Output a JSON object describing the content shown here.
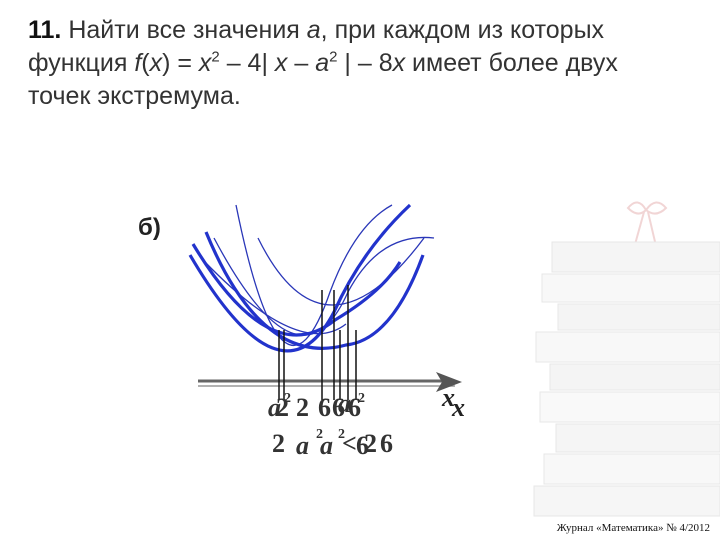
{
  "problem": {
    "number": "11.",
    "l1": " Найти все значения ",
    "a": "a",
    "l2": ", при каждом из которых",
    "l3": "функция ",
    "f": "f",
    "l4": "(",
    "x1": "x",
    "l5": ") = ",
    "x2": "x",
    "exp2": "2",
    "l6": " – 4| ",
    "x3": "x",
    "l7": " – ",
    "a2": "a",
    "l8": " | – 8",
    "x4": "x",
    "l9": " имеет более двух",
    "l10": "точек экстремума."
  },
  "case_label": "б)",
  "diagram": {
    "axis_label": "x",
    "row1_labels": [
      "a",
      "2",
      "2",
      "6",
      "6",
      "a",
      "6"
    ],
    "row1_sups": [
      "2",
      "2"
    ],
    "row2_labels": [
      "2",
      "a",
      "a",
      "6",
      "2",
      "6"
    ],
    "row2_sups": [
      "2",
      "2"
    ],
    "row2_sign": "<"
  },
  "footer": "Журнал «Математика» № 4/2012",
  "colors": {
    "curve_bold": "#2233cc",
    "curve_thin": "#2a37b8",
    "axis": "#555555"
  }
}
